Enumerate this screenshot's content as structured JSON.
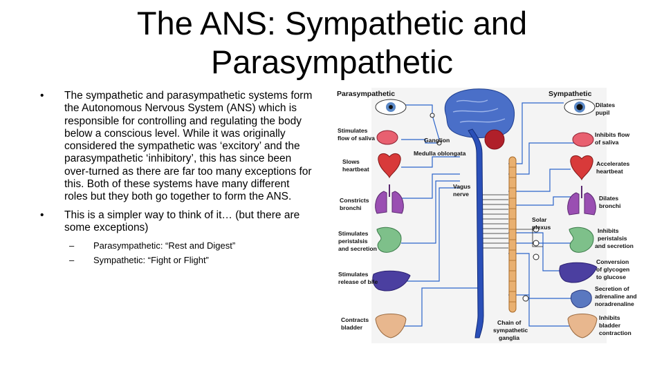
{
  "slide": {
    "title_line1": "The ANS: Sympathetic and",
    "title_line2": "Parasympathetic",
    "bullets": [
      "The sympathetic and parasympathetic systems form the Autonomous Nervous System (ANS) which is responsible for controlling and regulating the body below a conscious level. While it was originally considered the sympathetic was ‘excitory’ and the parasympathetic ‘inhibitory’, this has since been over-turned as there are far too many exceptions for this. Both of these systems have many different roles but they both go together to form the ANS.",
      "This is a simpler way to think of it… (but there are some exceptions)"
    ],
    "sub_bullets": [
      "Parasympathetic: “Rest and Digest”",
      "Sympathetic: “Fight or Flight”"
    ]
  },
  "diagram": {
    "header_left": "Parasympathetic",
    "header_right": "Sympathetic",
    "left_labels": {
      "saliva": [
        "Stimulates",
        "flow of saliva"
      ],
      "heart": [
        "Slows",
        "heartbeat"
      ],
      "bronchi": [
        "Constricts",
        "bronchi"
      ],
      "peristalsis": [
        "Stimulates",
        "peristalsis",
        "and secretion"
      ],
      "bile": [
        "Stimulates",
        "release of bile"
      ],
      "bladder": [
        "Contracts",
        "bladder"
      ]
    },
    "center_labels": {
      "ganglion": "Ganglion",
      "medulla": "Medulla oblongata",
      "vagus": [
        "Vagus",
        "nerve"
      ],
      "solar": [
        "Solar",
        "plexus"
      ],
      "chain": [
        "Chain of",
        "sympathetic",
        "ganglia"
      ]
    },
    "right_labels": {
      "pupil": [
        "Dilates",
        "pupil"
      ],
      "saliva": [
        "Inhibits flow",
        "of saliva"
      ],
      "heart": [
        "Accelerates",
        "heartbeat"
      ],
      "bronchi": [
        "Dilates",
        "bronchi"
      ],
      "peristalsis": [
        "Inhibits",
        "peristalsis",
        "and secretion"
      ],
      "glycogen": [
        "Conversion",
        "of glycogen",
        "to glucose"
      ],
      "adrenaline": [
        "Secretion of",
        "adrenaline and",
        "noradrenaline"
      ],
      "bladder": [
        "Inhibits",
        "bladder",
        "contraction"
      ]
    },
    "colors": {
      "nerve": "#2a63c9",
      "brain": "#4a6fc8",
      "chain": "#e9b070",
      "organ_red": "#d83a3a",
      "organ_purple": "#9a4fb2",
      "organ_green": "#7ec08a",
      "liver": "#4b3fa0",
      "bladder": "#e8b78e"
    }
  }
}
